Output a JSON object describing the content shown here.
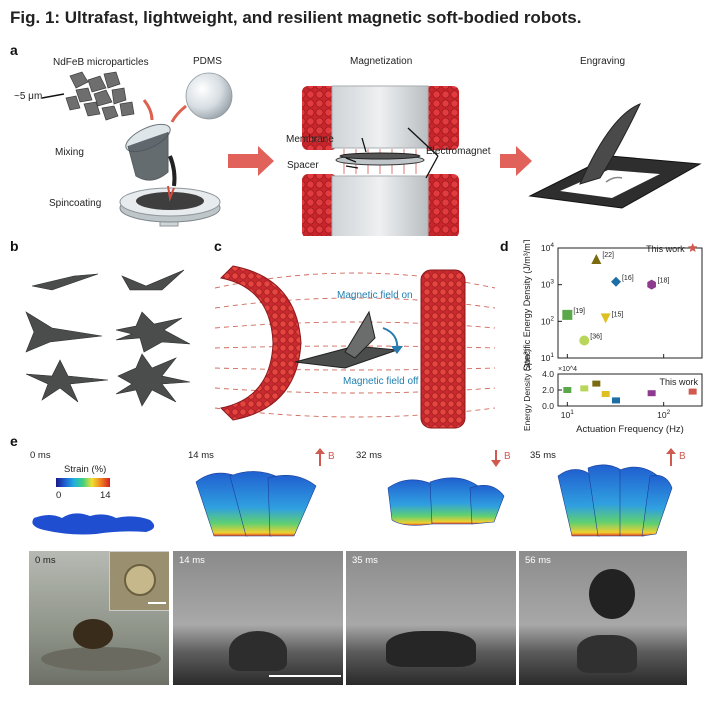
{
  "figure": {
    "title": "Fig. 1: Ultrafast, lightweight, and resilient magnetic soft-bodied robots.",
    "panel_labels": [
      "a",
      "b",
      "c",
      "d",
      "e"
    ]
  },
  "panel_a": {
    "particles_label": "NdFeB microparticles",
    "pdms_label": "PDMS",
    "size_label": "~5 μm",
    "mixing_label": "Mixing",
    "spincoating_label": "Spincoating",
    "magnetization_label": "Magnetization",
    "engraving_label": "Engraving",
    "membrane_label": "Membrane",
    "spacer_label": "Spacer",
    "electromagnet_label": "Electromagnet"
  },
  "panel_c": {
    "field_on_label": "Magnetic field on",
    "field_off_label": "Magnetic field off"
  },
  "panel_d": {
    "this_work_label": "This work"
  },
  "panel_e": {
    "strain_label": "Strain (%)",
    "strain_min": "0",
    "strain_max": "14",
    "b_label": "B",
    "sim_times": [
      "0 ms",
      "14 ms",
      "32 ms",
      "35 ms"
    ],
    "photo_times": [
      "0 ms",
      "14 ms",
      "35 ms",
      "56 ms"
    ]
  },
  "chart_data": {
    "type": "scatter",
    "xlabel": "Actuation Frequency (Hz)",
    "xscale": "log",
    "xlim": [
      8,
      250
    ],
    "x_ticks": [
      "10^1",
      "10^2"
    ],
    "top_plot": {
      "ylabel": "Specific Energy Density (J/m³/mT)",
      "yscale": "log",
      "ylim": [
        10,
        10000
      ],
      "y_ticks": [
        "10^1",
        "10^2",
        "10^3",
        "10^4"
      ],
      "points": [
        {
          "label": "[22]",
          "x": 20,
          "y": 5000,
          "marker": "triangle",
          "color": "#7a6a10"
        },
        {
          "label": "[16]",
          "x": 32,
          "y": 1200,
          "marker": "diamond",
          "color": "#1c6ea4"
        },
        {
          "label": "[18]",
          "x": 75,
          "y": 1000,
          "marker": "hexagon",
          "color": "#8e3a8e"
        },
        {
          "label": "[19]",
          "x": 10,
          "y": 150,
          "marker": "square",
          "color": "#5aa84a"
        },
        {
          "label": "[15]",
          "x": 25,
          "y": 120,
          "marker": "triangle-down",
          "color": "#e0c020"
        },
        {
          "label": "[36]",
          "x": 15,
          "y": 30,
          "marker": "circle",
          "color": "#b8d65a"
        },
        {
          "label": "This work",
          "x": 200,
          "y": 10000,
          "marker": "star",
          "color": "#d05a50"
        }
      ]
    },
    "bottom_plot": {
      "ylabel": "Energy Density (J/m³)",
      "y_multiplier": "×10^4",
      "ylim": [
        0,
        4.0
      ],
      "y_ticks": [
        "0.0",
        "2.0",
        "4.0"
      ],
      "points": [
        {
          "x": 10,
          "y": 2.0,
          "color": "#5aa84a"
        },
        {
          "x": 15,
          "y": 2.2,
          "color": "#b8d65a"
        },
        {
          "x": 20,
          "y": 2.8,
          "color": "#7a6a10"
        },
        {
          "x": 25,
          "y": 1.5,
          "color": "#e0c020"
        },
        {
          "x": 32,
          "y": 0.7,
          "color": "#1c6ea4"
        },
        {
          "x": 75,
          "y": 1.6,
          "color": "#8e3a8e"
        },
        {
          "x": 200,
          "y": 1.8,
          "color": "#d05a50"
        }
      ]
    }
  }
}
